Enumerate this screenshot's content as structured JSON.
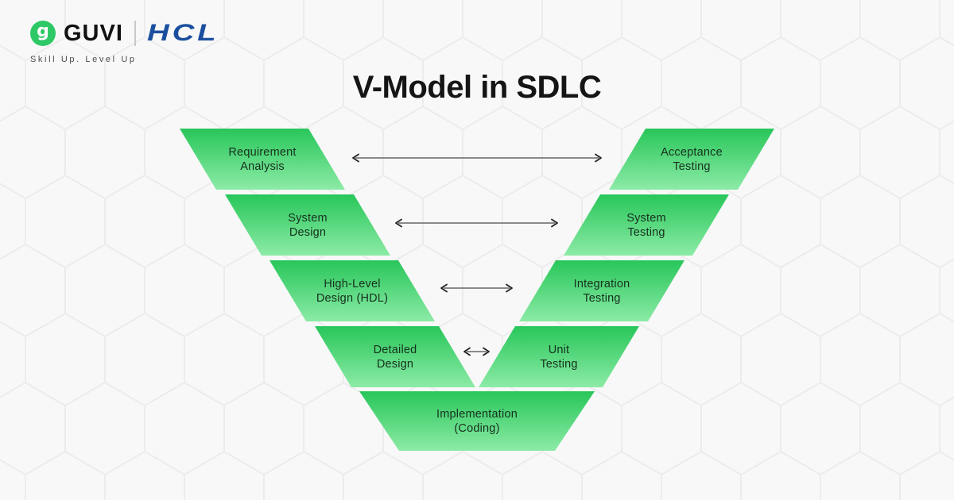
{
  "title": "V-Model in SDLC",
  "logo": {
    "guvi_glyph": "g",
    "guvi_text": "GUVI",
    "hcl_text": "HCL",
    "tagline": "Skill Up. Level Up"
  },
  "diagram": {
    "left_blocks": [
      {
        "name": "requirement-analysis",
        "line1": "Requirement",
        "line2": "Analysis"
      },
      {
        "name": "system-design",
        "line1": "System",
        "line2": "Design"
      },
      {
        "name": "high-level-design",
        "line1": "High-Level",
        "line2": "Design (HDL)"
      },
      {
        "name": "detailed-design",
        "line1": "Detailed",
        "line2": "Design"
      }
    ],
    "right_blocks": [
      {
        "name": "acceptance-testing",
        "line1": "Acceptance",
        "line2": "Testing"
      },
      {
        "name": "system-testing",
        "line1": "System",
        "line2": "Testing"
      },
      {
        "name": "integration-testing",
        "line1": "Integration",
        "line2": "Testing"
      },
      {
        "name": "unit-testing",
        "line1": "Unit",
        "line2": "Testing"
      }
    ],
    "bottom_block": {
      "name": "implementation-coding",
      "line1": "Implementation",
      "line2": "(Coding)"
    }
  },
  "colors": {
    "background": "#f8f8f8",
    "hex_pattern": "#ececec",
    "block_gradient_top": "#28C65A",
    "block_gradient_bottom": "#8CEBA6",
    "guvi_green": "#2EC866",
    "hcl_blue": "#1B4F9E",
    "label_text": "#17301F",
    "title_text": "#151515",
    "arrow": "#666666"
  }
}
